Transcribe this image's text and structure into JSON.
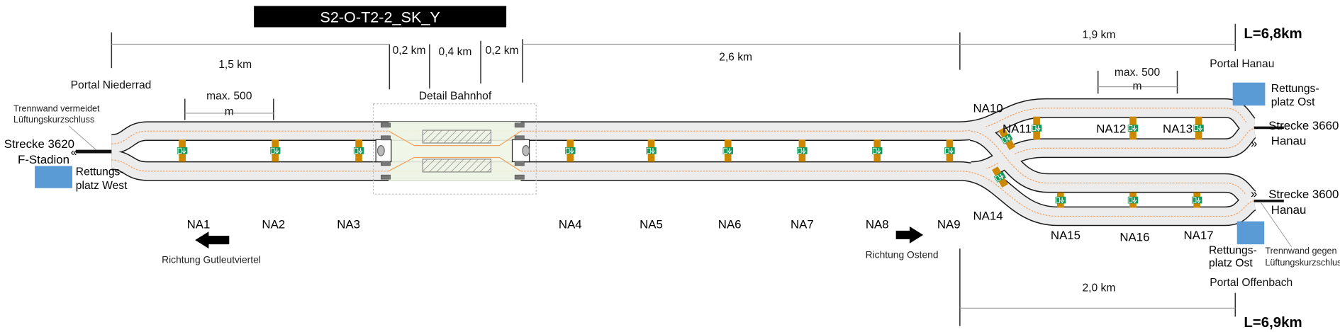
{
  "title": "S2-O-T2-2_SK_Y",
  "dimensions": {
    "d1": "1,5 km",
    "d2": "0,2 km",
    "d3": "0,4 km",
    "d4": "0,2 km",
    "d5": "2,6 km",
    "d6": "1,9 km",
    "total_top": "L=6,8km",
    "d7": "2,0 km",
    "total_bottom": "L=6,9km",
    "max_left_1": "max. 500",
    "max_left_2": "m",
    "max_right_1": "max. 500",
    "max_right_2": "m"
  },
  "labels": {
    "portal_west": "Portal Niederrad",
    "trennwand_west_1": "Trennwand vermeidet",
    "trennwand_west_2": "Lüftungskurzschluss",
    "strecke_west_1": "Strecke 3620",
    "strecke_west_2": "F-Stadion",
    "rettung_west_1": "Rettungs-",
    "rettung_west_2": "platz West",
    "detail": "Detail Bahnhof",
    "portal_hanau": "Portal Hanau",
    "rettung_ost_top_1": "Rettungs-",
    "rettung_ost_top_2": "platz Ost",
    "strecke_3660_1": "Strecke 3660",
    "strecke_3660_2": "Hanau",
    "strecke_3600_1": "Strecke 3600",
    "strecke_3600_2": "Hanau",
    "rettung_ost_bottom_1": "Rettungs-",
    "rettung_ost_bottom_2": "platz Ost",
    "trennwand_ost_1": "Trennwand gegen",
    "trennwand_ost_2": "Lüftungskurzschluss",
    "portal_offenbach": "Portal Offenbach",
    "richtung_west": "Richtung Gutleutviertel",
    "richtung_ost": "Richtung Ostend",
    "chevron_left": "«",
    "chevron_right": "»"
  },
  "passages": [
    "NA1",
    "NA2",
    "NA3",
    "NA4",
    "NA5",
    "NA6",
    "NA7",
    "NA8",
    "NA9",
    "NA10",
    "NA11",
    "NA12",
    "NA13",
    "NA14",
    "NA15",
    "NA16",
    "NA17"
  ],
  "colors": {
    "passage": "#cc8800",
    "exit_sign": "#0f9a5a",
    "rettungsplatz": "#5b9bd5",
    "track": "#f0a060",
    "station": "#eef6e6"
  }
}
